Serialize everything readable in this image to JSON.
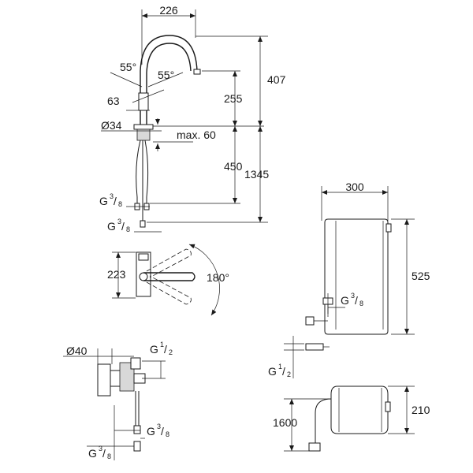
{
  "faucet": {
    "width": "226",
    "angle_left": "55°",
    "angle_right": "55°",
    "height_total": "407",
    "spout_height": "255",
    "offset": "63",
    "diameter": "Ø34",
    "max_thickness": "max. 60",
    "hose_length": "450",
    "overall_length": "1345",
    "hose_thread": "G",
    "hose_thread_num": "3",
    "hose_thread_den": "8",
    "lower_thread": "G",
    "lower_thread_num": "3",
    "lower_thread_den": "8"
  },
  "swivel": {
    "height": "223",
    "rotation": "180°"
  },
  "valve": {
    "diameter": "Ø40",
    "thread": "G",
    "thread_num": "1",
    "thread_den": "2",
    "hose_thread": "G",
    "hose_thread_num": "3",
    "hose_thread_den": "8",
    "bottom_thread": "G",
    "bottom_thread_num": "3",
    "bottom_thread_den": "8"
  },
  "boiler": {
    "width": "300",
    "height": "525",
    "thread": "G",
    "thread_num": "3",
    "thread_den": "8",
    "inlet_thread": "G",
    "inlet_thread_num": "1",
    "inlet_thread_den": "2"
  },
  "chiller": {
    "cable_length": "1600",
    "height": "210"
  }
}
